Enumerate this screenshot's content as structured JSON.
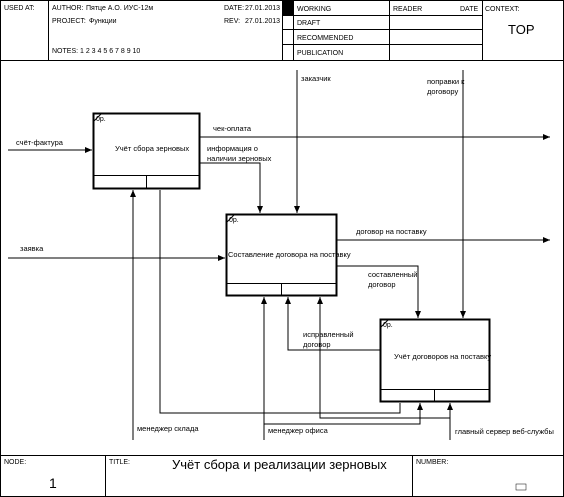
{
  "header": {
    "used_at_label": "USED AT:",
    "author_label": "AUTHOR:",
    "author_value": "Пятце А.О. ИУС-12м",
    "project_label": "PROJECT:",
    "project_value": "Функции",
    "date_label": "DATE:",
    "date_value": "27.01.2013",
    "rev_label": "REV:",
    "rev_value": "27.01.2013",
    "notes_label": "NOTES:",
    "notes_value": "1 2 3 4 5 6 7 8 9 10",
    "status": [
      "WORKING",
      "DRAFT",
      "RECOMMENDED",
      "PUBLICATION"
    ],
    "reader_label": "READER",
    "reader_date_label": "DATE",
    "context_label": "CONTEXT:",
    "context_value": "TOP"
  },
  "boxes": [
    {
      "id": "box1",
      "label": "Учёт сбора зерновых",
      "corner": "0р."
    },
    {
      "id": "box2",
      "label": "Составление договора на поставку",
      "corner": "0р."
    },
    {
      "id": "box3",
      "label": "Учёт договоров на поставку",
      "corner": "0р."
    }
  ],
  "arrows": {
    "invoice": "счёт-фактура",
    "request": "заявка",
    "customer": "заказчик",
    "amendments": "поправки к договору",
    "receipt": "чек-оплата",
    "grain_info": "информация о наличии зерновых",
    "supply_contract": "договор на поставку",
    "composed_contract": "составленный договор",
    "corrected_contract": "исправленный договор",
    "warehouse_manager": "менеджер склада",
    "office_manager": "менеджер офиса",
    "web_server": "главный сервер веб-службы"
  },
  "footer": {
    "node_label": "NODE:",
    "node_value": "1",
    "title_label": "TITLE:",
    "title_value": "Учёт сбора и реализации зерновых",
    "number_label": "NUMBER:"
  }
}
